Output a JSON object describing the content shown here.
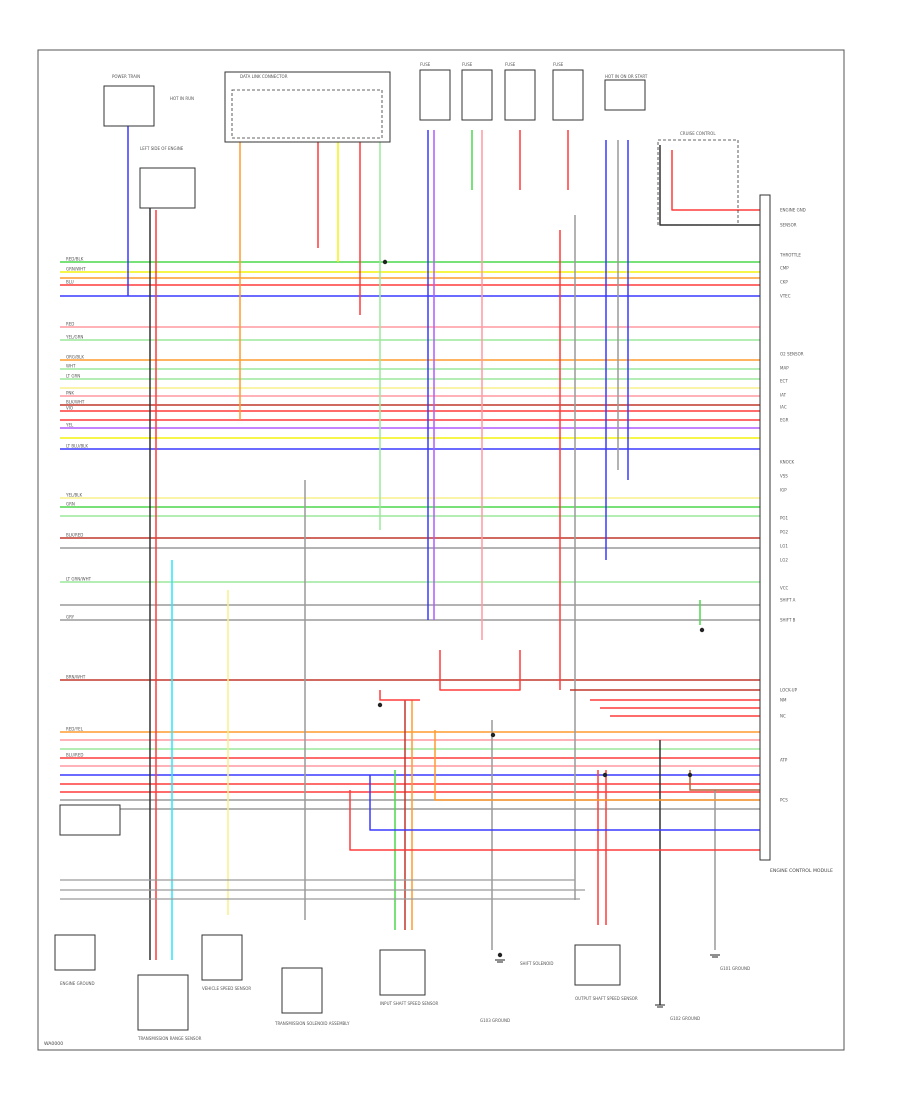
{
  "diagram": {
    "footer_code": "WA0000",
    "ecm_label": "ENGINE CONTROL MODULE",
    "components": [
      {
        "id": "c1",
        "label": "POWER TRAIN"
      },
      {
        "id": "c2",
        "label": "HOT IN RUN"
      },
      {
        "id": "c3",
        "label": "FUSE"
      },
      {
        "id": "c4",
        "label": "FUSE"
      },
      {
        "id": "c5",
        "label": "FUSE"
      },
      {
        "id": "c6",
        "label": "FUSE"
      },
      {
        "id": "c7",
        "label": "HOT IN ON OR START"
      },
      {
        "id": "c8",
        "label": "DATA LINK CONNECTOR"
      },
      {
        "id": "c9",
        "label": "CRUISE CONTROL"
      },
      {
        "id": "c10",
        "label": "TRANSMISSION RANGE SENSOR"
      },
      {
        "id": "c11",
        "label": "VEHICLE SPEED SENSOR"
      },
      {
        "id": "c12",
        "label": "TRANSMISSION SOLENOID ASSEMBLY"
      },
      {
        "id": "c13",
        "label": "INPUT SHAFT SPEED SENSOR"
      },
      {
        "id": "c14",
        "label": "OUTPUT SHAFT SPEED SENSOR"
      },
      {
        "id": "c15",
        "label": "SHIFT SOLENOID"
      },
      {
        "id": "c16",
        "label": "G102 GROUND"
      },
      {
        "id": "c17",
        "label": "G101 GROUND"
      },
      {
        "id": "c18",
        "label": "G103 GROUND"
      },
      {
        "id": "c19",
        "label": "ENGINE GROUND"
      },
      {
        "id": "c20",
        "label": "LEFT SIDE OF ENGINE"
      }
    ],
    "left_labels": [
      {
        "id": "l1",
        "label": "RED/BLK"
      },
      {
        "id": "l2",
        "label": "GRN/WHT"
      },
      {
        "id": "l3",
        "label": "BLU"
      },
      {
        "id": "l4",
        "label": "RED"
      },
      {
        "id": "l5",
        "label": "YEL/GRN"
      },
      {
        "id": "l6",
        "label": "ORG/BLK"
      },
      {
        "id": "l7",
        "label": "WHT"
      },
      {
        "id": "l8",
        "label": "LT GRN"
      },
      {
        "id": "l9",
        "label": "PNK"
      },
      {
        "id": "l10",
        "label": "BLK/WHT"
      },
      {
        "id": "l11",
        "label": "VIO"
      },
      {
        "id": "l12",
        "label": "YEL"
      },
      {
        "id": "l13",
        "label": "LT BLU/BLK"
      },
      {
        "id": "l14",
        "label": "YEL/BLK"
      },
      {
        "id": "l15",
        "label": "GRN"
      },
      {
        "id": "l16",
        "label": "BLK/RED"
      },
      {
        "id": "l17",
        "label": "LT GRN/WHT"
      },
      {
        "id": "l18",
        "label": "GRY"
      },
      {
        "id": "l19",
        "label": "BRN/WHT"
      },
      {
        "id": "l20",
        "label": "RED/YEL"
      },
      {
        "id": "l21",
        "label": "BLU/RED"
      }
    ],
    "right_labels": [
      {
        "id": "r1",
        "label": "ENGINE GND"
      },
      {
        "id": "r2",
        "label": "SENSOR"
      },
      {
        "id": "r3",
        "label": "THROTTLE"
      },
      {
        "id": "r4",
        "label": "CMP"
      },
      {
        "id": "r5",
        "label": "CKP"
      },
      {
        "id": "r6",
        "label": "VTEC"
      },
      {
        "id": "r7",
        "label": "O2 SENSOR"
      },
      {
        "id": "r8",
        "label": "MAP"
      },
      {
        "id": "r9",
        "label": "ECT"
      },
      {
        "id": "r10",
        "label": "IAT"
      },
      {
        "id": "r11",
        "label": "IAC"
      },
      {
        "id": "r12",
        "label": "EGR"
      },
      {
        "id": "r13",
        "label": "KNOCK"
      },
      {
        "id": "r14",
        "label": "VSS"
      },
      {
        "id": "r15",
        "label": "IGP"
      },
      {
        "id": "r16",
        "label": "PG1"
      },
      {
        "id": "r17",
        "label": "PG2"
      },
      {
        "id": "r18",
        "label": "LG1"
      },
      {
        "id": "r19",
        "label": "LG2"
      },
      {
        "id": "r20",
        "label": "VCC"
      },
      {
        "id": "r21",
        "label": "SHIFT A"
      },
      {
        "id": "r22",
        "label": "SHIFT B"
      },
      {
        "id": "r23",
        "label": "LOCK-UP"
      },
      {
        "id": "r24",
        "label": "NM"
      },
      {
        "id": "r25",
        "label": "NC"
      },
      {
        "id": "r26",
        "label": "ATP"
      },
      {
        "id": "r27",
        "label": "PCS"
      }
    ]
  }
}
